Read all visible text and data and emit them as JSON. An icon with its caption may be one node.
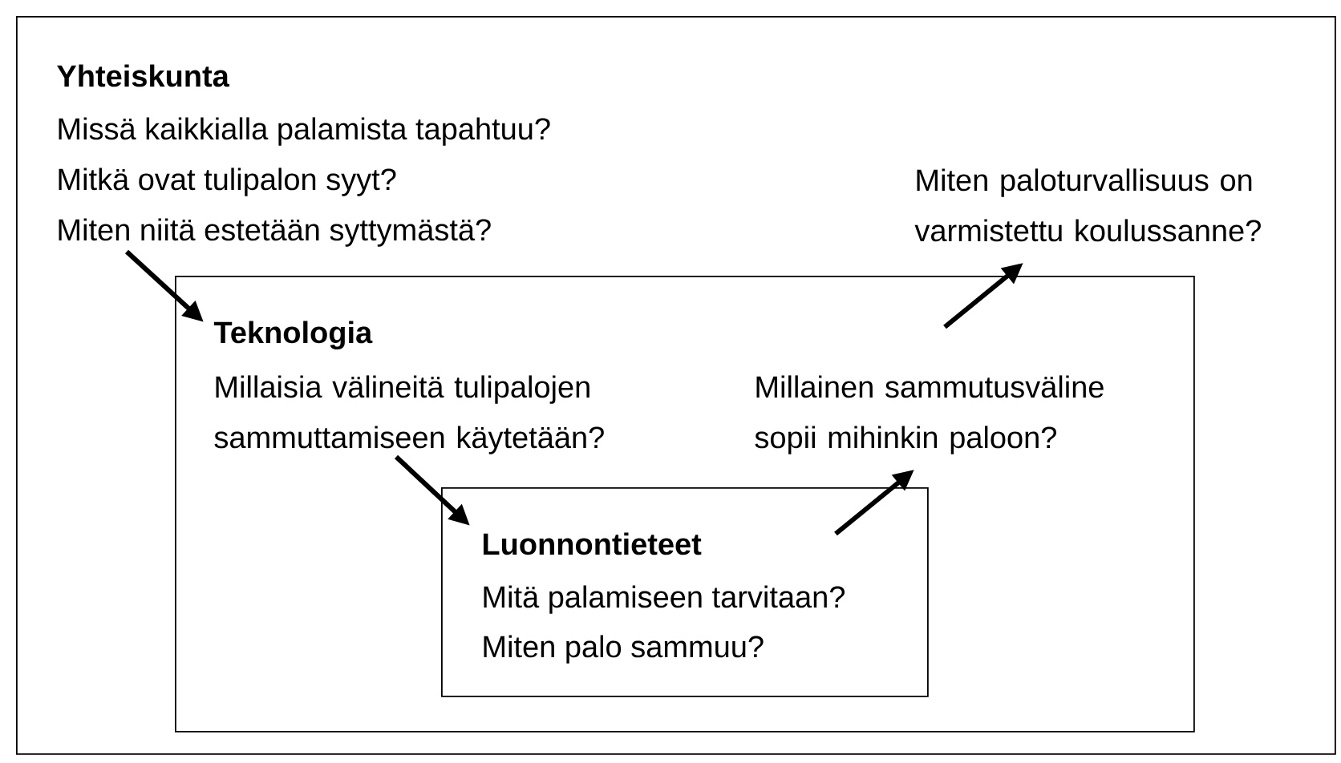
{
  "diagram": {
    "nodes": [
      {
        "text": [
          "Yhteiskunta"
        ]
      },
      {
        "text": [
          "Missä kaikkialla palamista tapahtuu?",
          "Mitkä ovat tulipalon syyt?",
          "Miten niitä estetään syttymästä?"
        ],
        "in": 0
      },
      {
        "text": [
          "Teknologia"
        ],
        "in": 0
      },
      {
        "text": [
          "Millaisia välineitä tulipalojen sammuttamiseen käytetään?"
        ],
        "in": 2
      },
      {
        "text": [
          "Luonnontieteet",
          "Mitä palamiseen tarvitaan?",
          "Miten palo sammuu?"
        ],
        "in": 2
      },
      {
        "text": [
          "Millainen sammutusväline sopii mihinkin paloon?"
        ],
        "in": 2
      },
      {
        "text": [
          "Miten paloturvallisuus on varmistettu koulussanne?"
        ],
        "in": 0
      }
    ],
    "edges": [
      {
        "from": 1,
        "to": 2,
        "arrow": "to"
      },
      {
        "from": 3,
        "to": 4,
        "arrow": "to"
      },
      {
        "from": 4,
        "to": 5,
        "arrow": "to"
      },
      {
        "from": 5,
        "to": 6,
        "arrow": "to"
      }
    ]
  }
}
